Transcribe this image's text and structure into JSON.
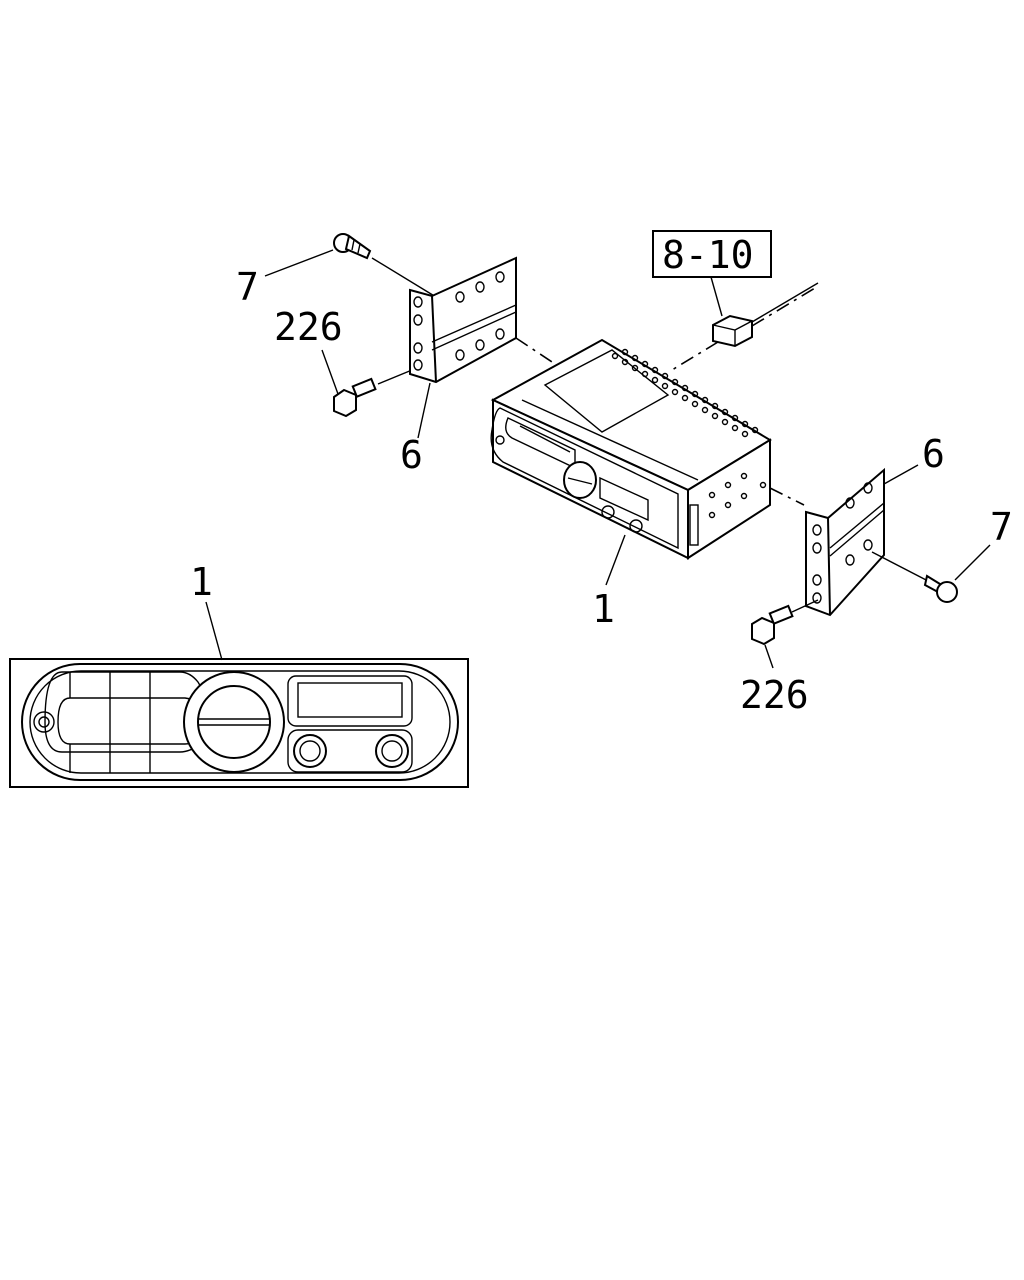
{
  "callouts": {
    "ref_box": "8-10",
    "screw_upper_left": "7",
    "bolt_upper_left": "226",
    "bracket_left": "6",
    "radio_main": "1",
    "bracket_right": "6",
    "screw_right": "7",
    "bolt_lower_right": "226",
    "radio_detail": "1"
  }
}
